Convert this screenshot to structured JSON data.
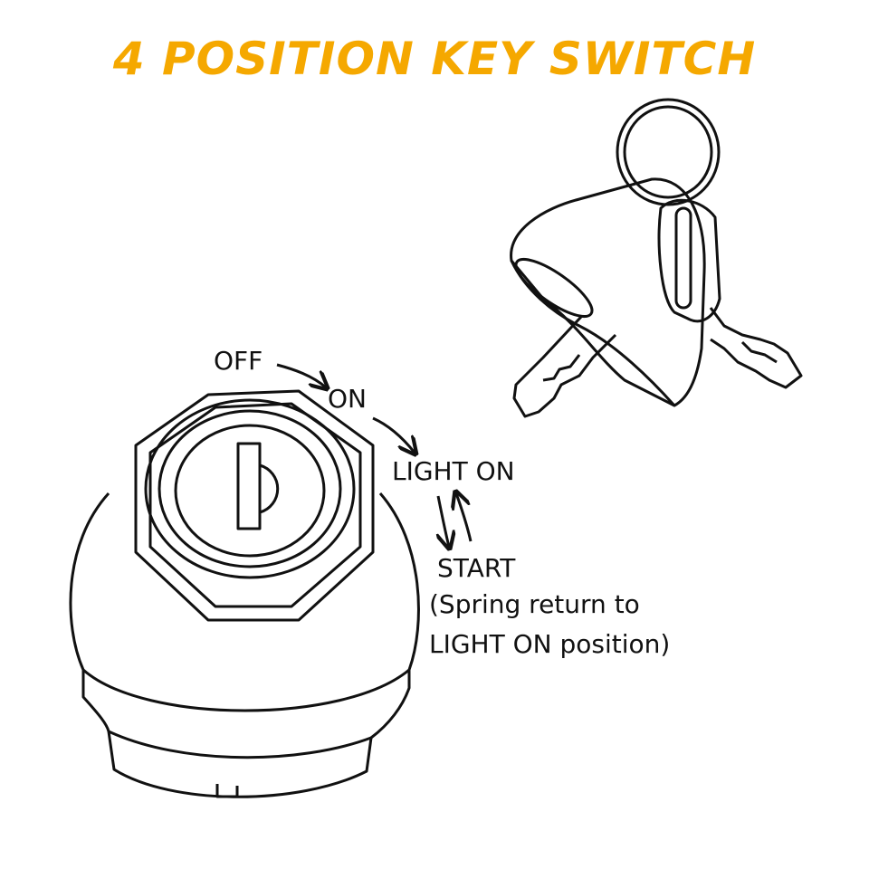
{
  "title": "4 POSITION KEY SWITCH",
  "title_color": "#F5A800",
  "positions": [
    "OFF",
    "ON",
    "LIGHT ON",
    "START"
  ],
  "note_line1": "(Spring return to",
  "note_line2": "LIGHT ON position)",
  "line_color": "#111111"
}
